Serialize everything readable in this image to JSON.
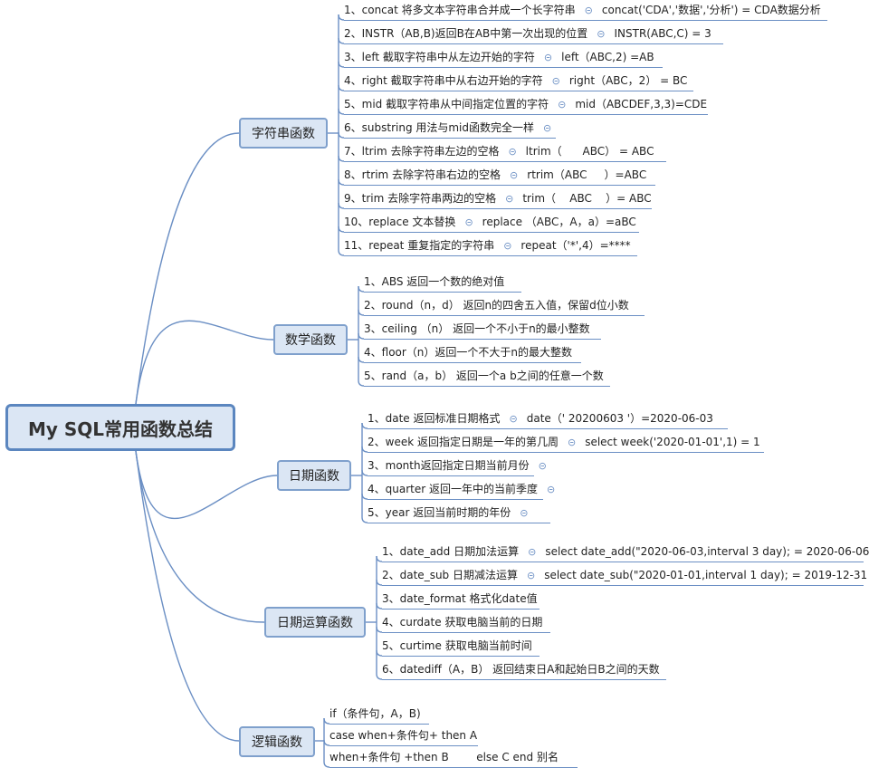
{
  "root": "My SQL常用函数总结",
  "categories": {
    "string": {
      "label": "字符串函数"
    },
    "math": {
      "label": "数学函数"
    },
    "date": {
      "label": "日期函数"
    },
    "dateop": {
      "label": "日期运算函数"
    },
    "logic": {
      "label": "逻辑函数"
    }
  },
  "string_items": [
    {
      "text": "1、concat 将多文本字符串合并成一个长字符串",
      "example": "concat('CDA','数据','分析') = CDA数据分析"
    },
    {
      "text": "2、INSTR（AB,B)返回B在AB中第一次出现的位置",
      "example": "INSTR(ABC,C) = 3"
    },
    {
      "text": "3、left 截取字符串中从左边开始的字符",
      "example": "left（ABC,2) =AB"
    },
    {
      "text": "4、right 截取字符串中从右边开始的字符",
      "example": "right（ABC，2） = BC"
    },
    {
      "text": "5、mid 截取字符串从中间指定位置的字符",
      "example": "mid（ABCDEF,3,3)=CDE"
    },
    {
      "text": "6、substring 用法与mid函数完全一样",
      "example": ""
    },
    {
      "text": "7、ltrim 去除字符串左边的空格",
      "example": "ltrim（      ABC） = ABC"
    },
    {
      "text": "8、rtrim 去除字符串右边的空格",
      "example": "rtrim（ABC     ）=ABC"
    },
    {
      "text": "9、trim 去除字符串两边的空格",
      "example": "trim（    ABC    ）= ABC"
    },
    {
      "text": "10、replace 文本替换",
      "example": "replace （ABC，A，a）=aBC"
    },
    {
      "text": "11、repeat 重复指定的字符串",
      "example": "repeat（'*',4）=****"
    }
  ],
  "math_items": [
    {
      "text": "1、ABS 返回一个数的绝对值"
    },
    {
      "text": "2、round（n，d） 返回n的四舍五入值，保留d位小数"
    },
    {
      "text": "3、ceiling （n） 返回一个不小于n的最小整数"
    },
    {
      "text": "4、floor（n）返回一个不大于n的最大整数"
    },
    {
      "text": "5、rand（a，b） 返回一个a b之间的任意一个数"
    }
  ],
  "date_items": [
    {
      "text": "1、date 返回标准日期格式",
      "example": "date（' 20200603 '）=2020-06-03"
    },
    {
      "text": "2、week 返回指定日期是一年的第几周",
      "example": "select week('2020-01-01',1) = 1"
    },
    {
      "text": "3、month返回指定日期当前月份",
      "example": ""
    },
    {
      "text": "4、quarter 返回一年中的当前季度",
      "example": ""
    },
    {
      "text": "5、year 返回当前时期的年份",
      "example": ""
    }
  ],
  "dateop_items": [
    {
      "text": "1、date_add 日期加法运算",
      "example": "select date_add(\"2020-06-03,interval 3 day); = 2020-06-06"
    },
    {
      "text": "2、date_sub 日期减法运算",
      "example": "select date_sub(\"2020-01-01,interval 1 day); = 2019-12-31"
    },
    {
      "text": "3、date_format 格式化date值"
    },
    {
      "text": "4、curdate 获取电脑当前的日期"
    },
    {
      "text": "5、curtime 获取电脑当前时间"
    },
    {
      "text": "6、datediff（A，B） 返回结束日A和起始日B之间的天数"
    }
  ],
  "logic_items": [
    {
      "text": "if（条件句，A，B)"
    },
    {
      "text": "case when+条件句+ then A"
    },
    {
      "text": "when+条件句 +then B        else C end 别名"
    }
  ],
  "icons": {
    "collapse": "⊝"
  },
  "colors": {
    "line": "#6b8fc4",
    "root_border": "#5b86bf",
    "node_fill": "#dbe6f4"
  }
}
